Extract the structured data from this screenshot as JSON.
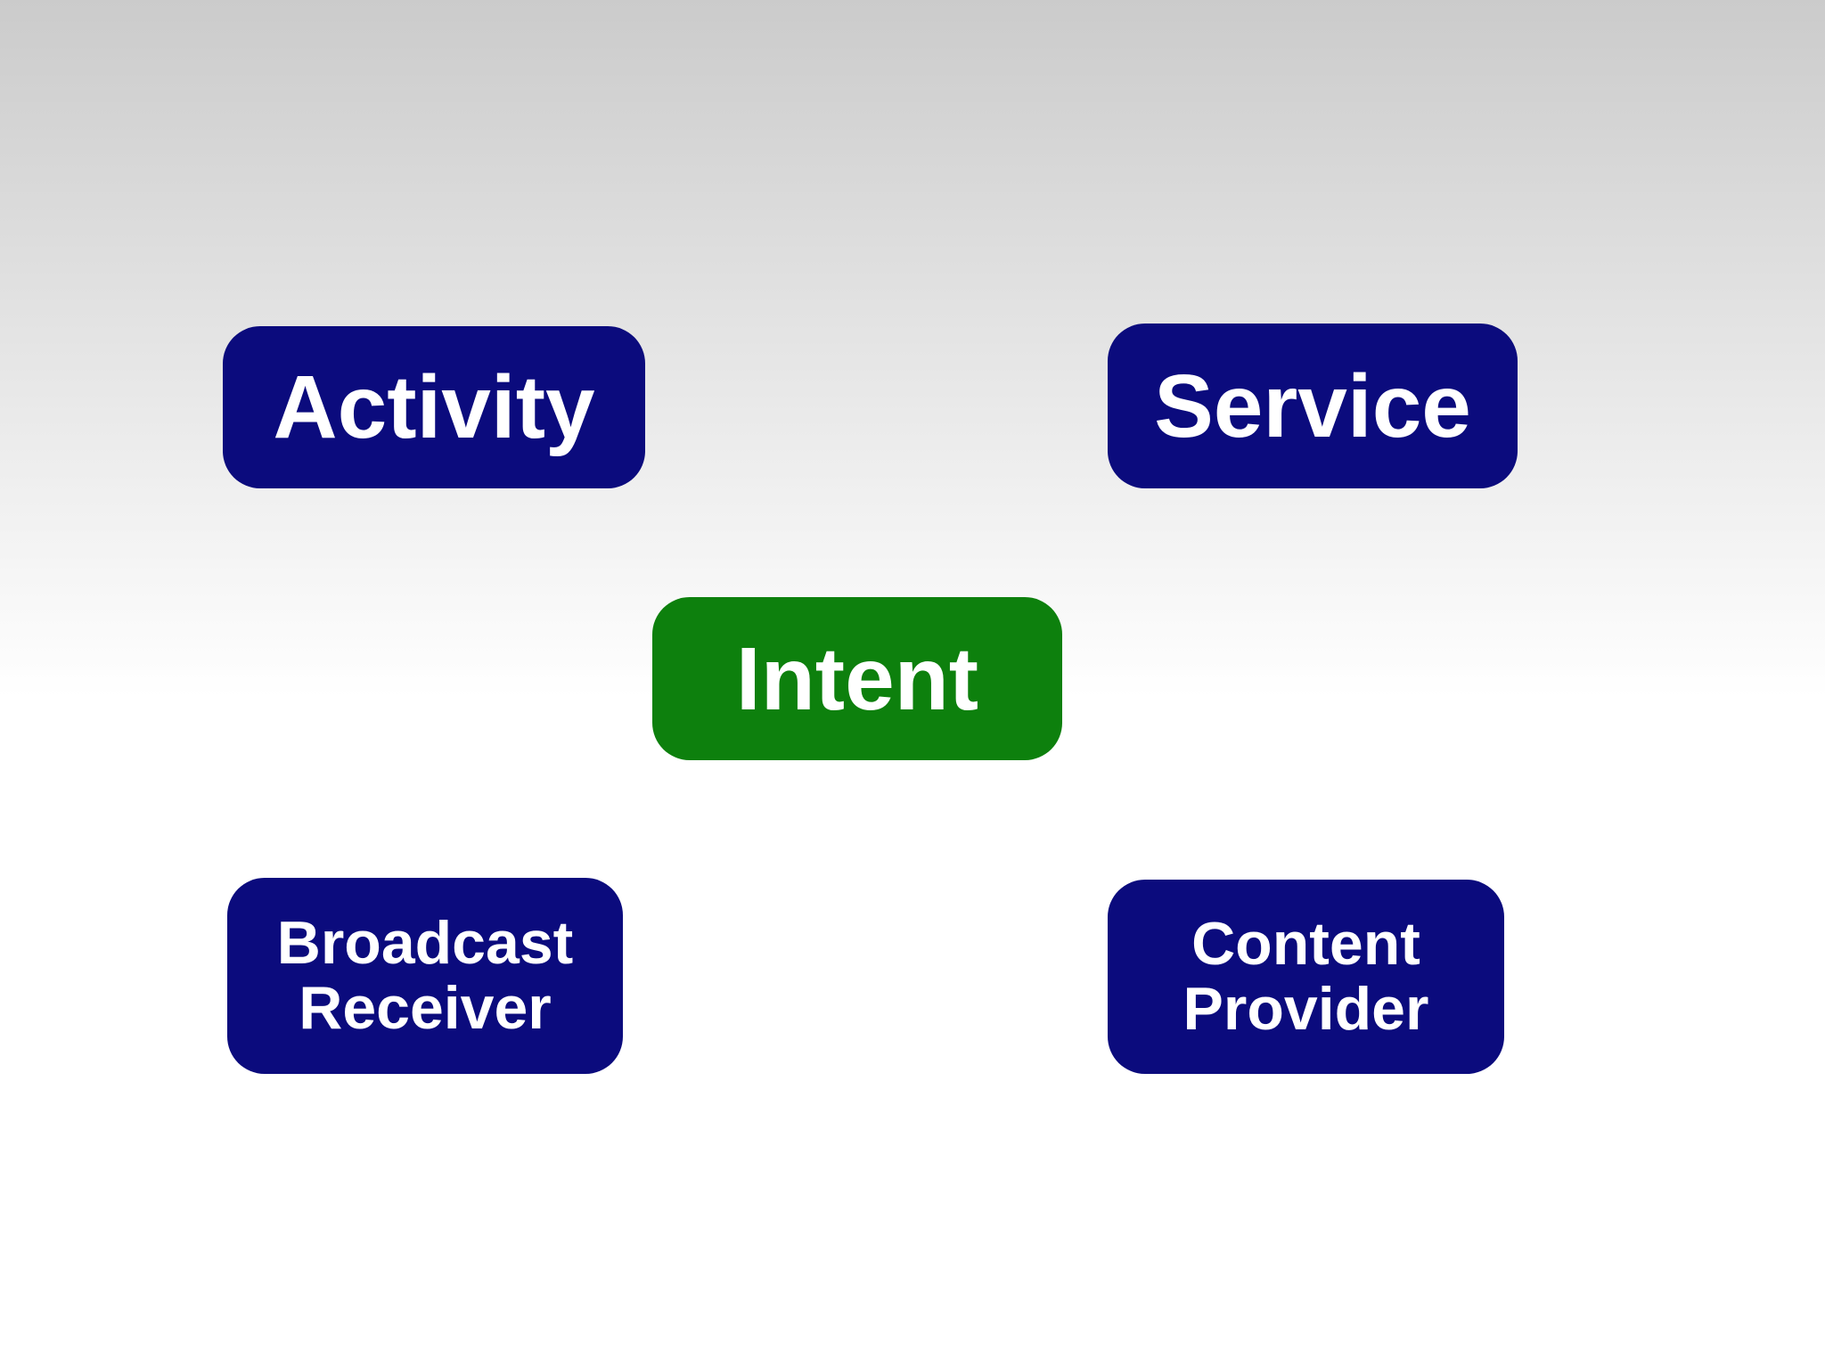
{
  "diagram": {
    "nodes": {
      "activity": {
        "label": "Activity"
      },
      "service": {
        "label": "Service"
      },
      "intent": {
        "label": "Intent"
      },
      "broadcast_receiver": {
        "label": "Broadcast Receiver"
      },
      "content_provider": {
        "label": "Content Provider"
      }
    },
    "colors": {
      "component_fill": "#0b0b7d",
      "intent_fill": "#0d800d",
      "label_text": "#ffffff",
      "background_top": "#cbcbcb",
      "background_bottom": "#ffffff"
    }
  }
}
